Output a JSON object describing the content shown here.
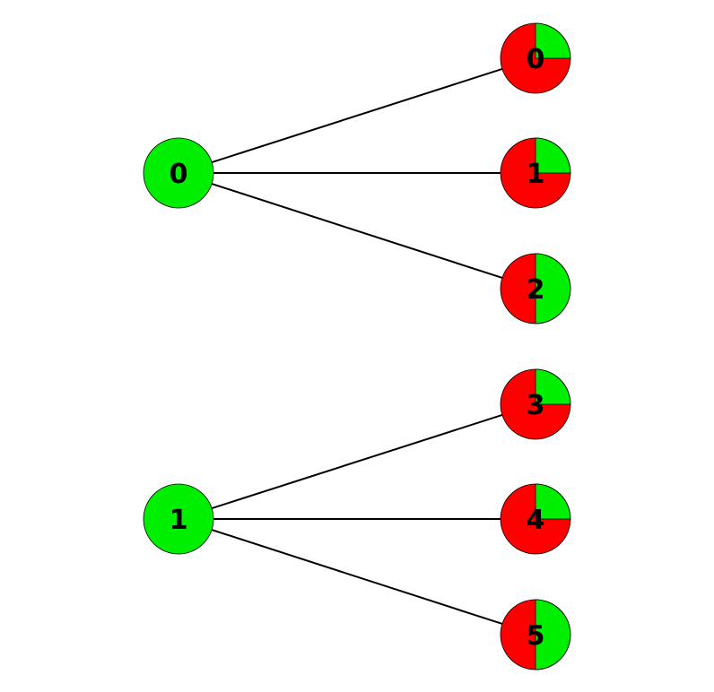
{
  "diagram": {
    "colors": {
      "full": "#00ee00",
      "partial": "#ff0000",
      "edge": "#000000",
      "outline": "#000000"
    },
    "left_nodes": [
      {
        "id": "L0",
        "label": "0"
      },
      {
        "id": "L1",
        "label": "1"
      }
    ],
    "right_nodes": [
      {
        "id": "R0",
        "label": "0",
        "green_fraction": 0.25
      },
      {
        "id": "R1",
        "label": "1",
        "green_fraction": 0.25
      },
      {
        "id": "R2",
        "label": "2",
        "green_fraction": 0.5
      },
      {
        "id": "R3",
        "label": "3",
        "green_fraction": 0.25
      },
      {
        "id": "R4",
        "label": "4",
        "green_fraction": 0.25
      },
      {
        "id": "R5",
        "label": "5",
        "green_fraction": 0.5
      }
    ],
    "edges": [
      {
        "from": "L0",
        "to": "R0"
      },
      {
        "from": "L0",
        "to": "R1"
      },
      {
        "from": "L0",
        "to": "R2"
      },
      {
        "from": "L1",
        "to": "R3"
      },
      {
        "from": "L1",
        "to": "R4"
      },
      {
        "from": "L1",
        "to": "R5"
      }
    ]
  }
}
